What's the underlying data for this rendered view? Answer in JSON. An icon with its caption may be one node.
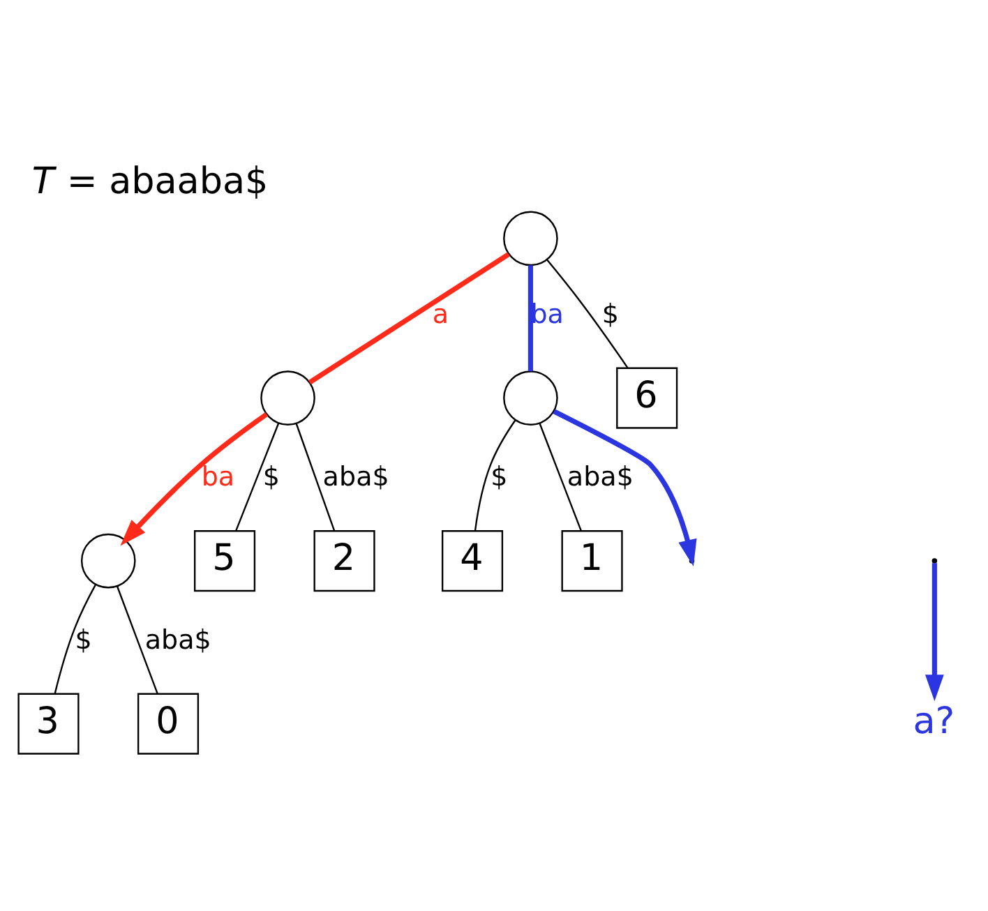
{
  "diagram": {
    "title": "*T* = abaaba$",
    "nodes": [
      {
        "text": [],
        "shape": "circle"
      },
      {
        "text": [],
        "shape": "circle"
      },
      {
        "text": [],
        "shape": "circle"
      },
      {
        "text": [
          "6"
        ]
      },
      {
        "text": [],
        "shape": "circle"
      },
      {
        "text": [
          "5"
        ]
      },
      {
        "text": [
          "4"
        ]
      },
      {
        "text": [
          "1"
        ]
      },
      {
        "text": [
          "3"
        ]
      },
      {
        "text": [
          "2"
        ]
      },
      {
        "text": [
          "0"
        ]
      },
      {
        "text": [
          "a?"
        ]
      }
    ],
    "edges": [
      {
        "from": 0,
        "to": 1,
        "arrow": "none",
        "label": "a",
        "color": "#ff2a1a",
        "style": "thick"
      },
      {
        "from": 1,
        "to": 4,
        "arrow": "to",
        "label": "ba",
        "color": "#ff2a1a",
        "style": "thick"
      },
      {
        "from": 0,
        "to": 2,
        "arrow": "none",
        "label": "ba",
        "color": "#2b35e0",
        "style": "thick"
      },
      {
        "from": 0,
        "to": 3,
        "arrow": "none",
        "label": "$"
      },
      {
        "from": 1,
        "to": 5,
        "arrow": "none",
        "label": "$"
      },
      {
        "from": 1,
        "to": 9,
        "arrow": "none",
        "label": "aba$"
      },
      {
        "from": 2,
        "to": 6,
        "arrow": "none",
        "label": "$"
      },
      {
        "from": 2,
        "to": 7,
        "arrow": "none",
        "label": "aba$"
      },
      {
        "from": 4,
        "to": 8,
        "arrow": "none",
        "label": "$"
      },
      {
        "from": 4,
        "to": 10,
        "arrow": "none",
        "label": "aba$"
      },
      {
        "from": 2,
        "to": null,
        "arrow": "to",
        "color": "#2b35e0",
        "style": "thick"
      },
      {
        "from": null,
        "to": 11,
        "arrow": "to",
        "color": "#2b35e0",
        "style": "thick"
      }
    ]
  }
}
